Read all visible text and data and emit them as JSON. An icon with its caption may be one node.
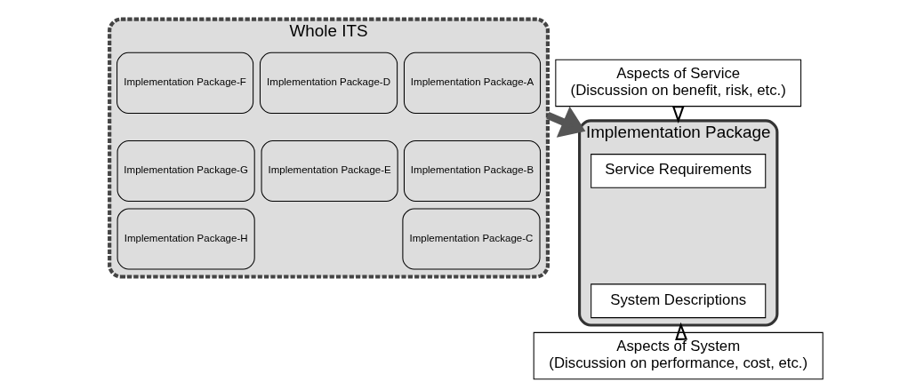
{
  "diagram": {
    "nodes": [
      {
        "text": [
          "Whole ITS"
        ]
      },
      {
        "text": [
          "Implementation Package-A"
        ],
        "in": 0
      },
      {
        "text": [
          "Implementation Package-B"
        ],
        "in": 0
      },
      {
        "text": [
          "Implementation Package-C"
        ],
        "in": 0
      },
      {
        "text": [
          "Implementation Package-D"
        ],
        "in": 0
      },
      {
        "text": [
          "Implementation Package-E"
        ],
        "in": 0
      },
      {
        "text": [
          "Implementation Package-F"
        ],
        "in": 0
      },
      {
        "text": [
          "Implementation Package-G"
        ],
        "in": 0
      },
      {
        "text": [
          "Implementation Package-H"
        ],
        "in": 0
      },
      {
        "text": [
          "Implementation Package"
        ]
      },
      {
        "text": [
          "Service Requirements"
        ],
        "in": 9
      },
      {
        "text": [
          "System Descriptions"
        ],
        "in": 9
      },
      {
        "text": [
          "Aspects of Service",
          "(Discussion on benefit, risk, etc.)"
        ]
      },
      {
        "text": [
          "Aspects of System",
          "(Discussion on performance, cost, etc.)"
        ]
      }
    ],
    "edges": [
      {
        "from": 0,
        "to": 9,
        "arrow": "to",
        "style": "thick"
      },
      {
        "from": 12,
        "to": 9,
        "arrow": "to"
      },
      {
        "from": 13,
        "to": 9,
        "arrow": "to"
      }
    ]
  }
}
